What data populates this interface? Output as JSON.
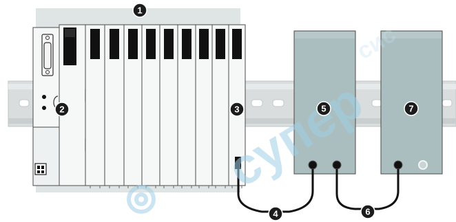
{
  "callouts": {
    "c1": "1",
    "c2": "2",
    "c3": "3",
    "c4": "4",
    "c5": "5",
    "c6": "6",
    "c7": "7"
  },
  "watermark": {
    "text_large": "супер",
    "text_small": "сис"
  },
  "colors": {
    "callout_fill": "#1c1c1c",
    "module_body": "#a9bcbf",
    "rail": "#d8dcdc",
    "backplane": "#dde3e3",
    "cable": "#111111",
    "watermark": "#9fd0e6"
  }
}
